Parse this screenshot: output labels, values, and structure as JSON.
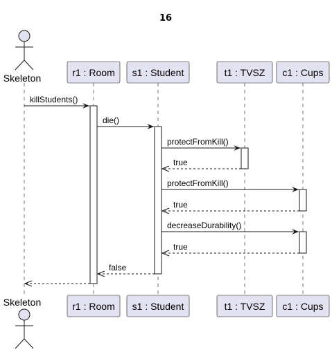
{
  "diagram": {
    "title": "16",
    "actor": {
      "label": "Skeleton"
    },
    "participants": [
      {
        "id": "r1",
        "label": "r1 : Room"
      },
      {
        "id": "s1",
        "label": "s1 : Student"
      },
      {
        "id": "t1",
        "label": "t1 : TVSZ"
      },
      {
        "id": "c1",
        "label": "c1 : Cups"
      }
    ],
    "messages": [
      {
        "label": "killStudents()"
      },
      {
        "label": "die()"
      },
      {
        "label": "protectFromKill()"
      },
      {
        "label": "true"
      },
      {
        "label": "protectFromKill()"
      },
      {
        "label": "true"
      },
      {
        "label": "decreaseDurability()"
      },
      {
        "label": "true"
      },
      {
        "label": "false"
      },
      {
        "label": ""
      }
    ]
  }
}
